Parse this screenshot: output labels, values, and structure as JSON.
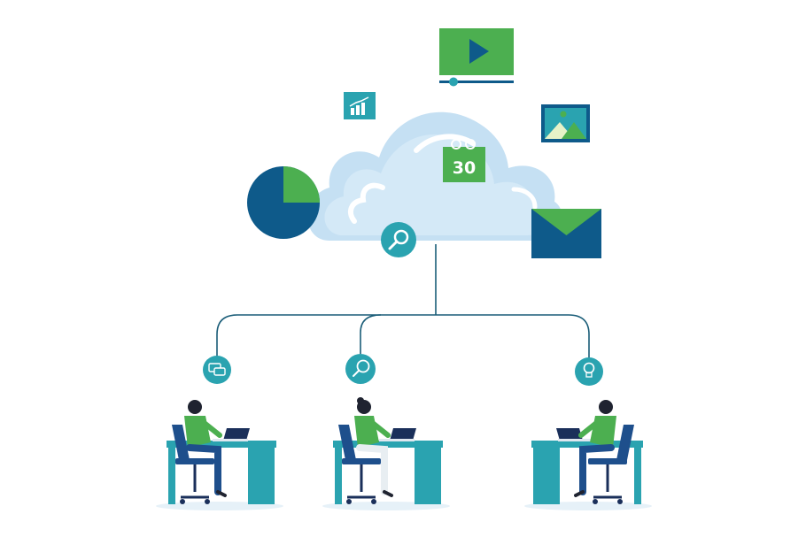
{
  "calendar": {
    "day": "30"
  },
  "colors": {
    "cloud": "#c5e0f3",
    "cloud_light": "#ddeefa",
    "navy": "#0e5a8a",
    "green": "#4caf50",
    "teal": "#2aa3b0",
    "line": "#1a5d78",
    "chair": "#1e4f8c",
    "skin": "#2a2d36"
  },
  "icons": {
    "video": "play-icon",
    "chart": "bar-chart-icon",
    "image": "image-icon",
    "calendar": "calendar-icon",
    "mail": "envelope-icon",
    "search": "magnifier-icon",
    "pie": "pie-chart-icon",
    "node_left": "chat-bubbles-icon",
    "node_center": "search-bubble-icon",
    "node_right": "lightbulb-icon"
  },
  "people": [
    {
      "role": "man-with-laptop"
    },
    {
      "role": "woman-with-laptop"
    },
    {
      "role": "man-with-laptop-facing-left"
    }
  ]
}
